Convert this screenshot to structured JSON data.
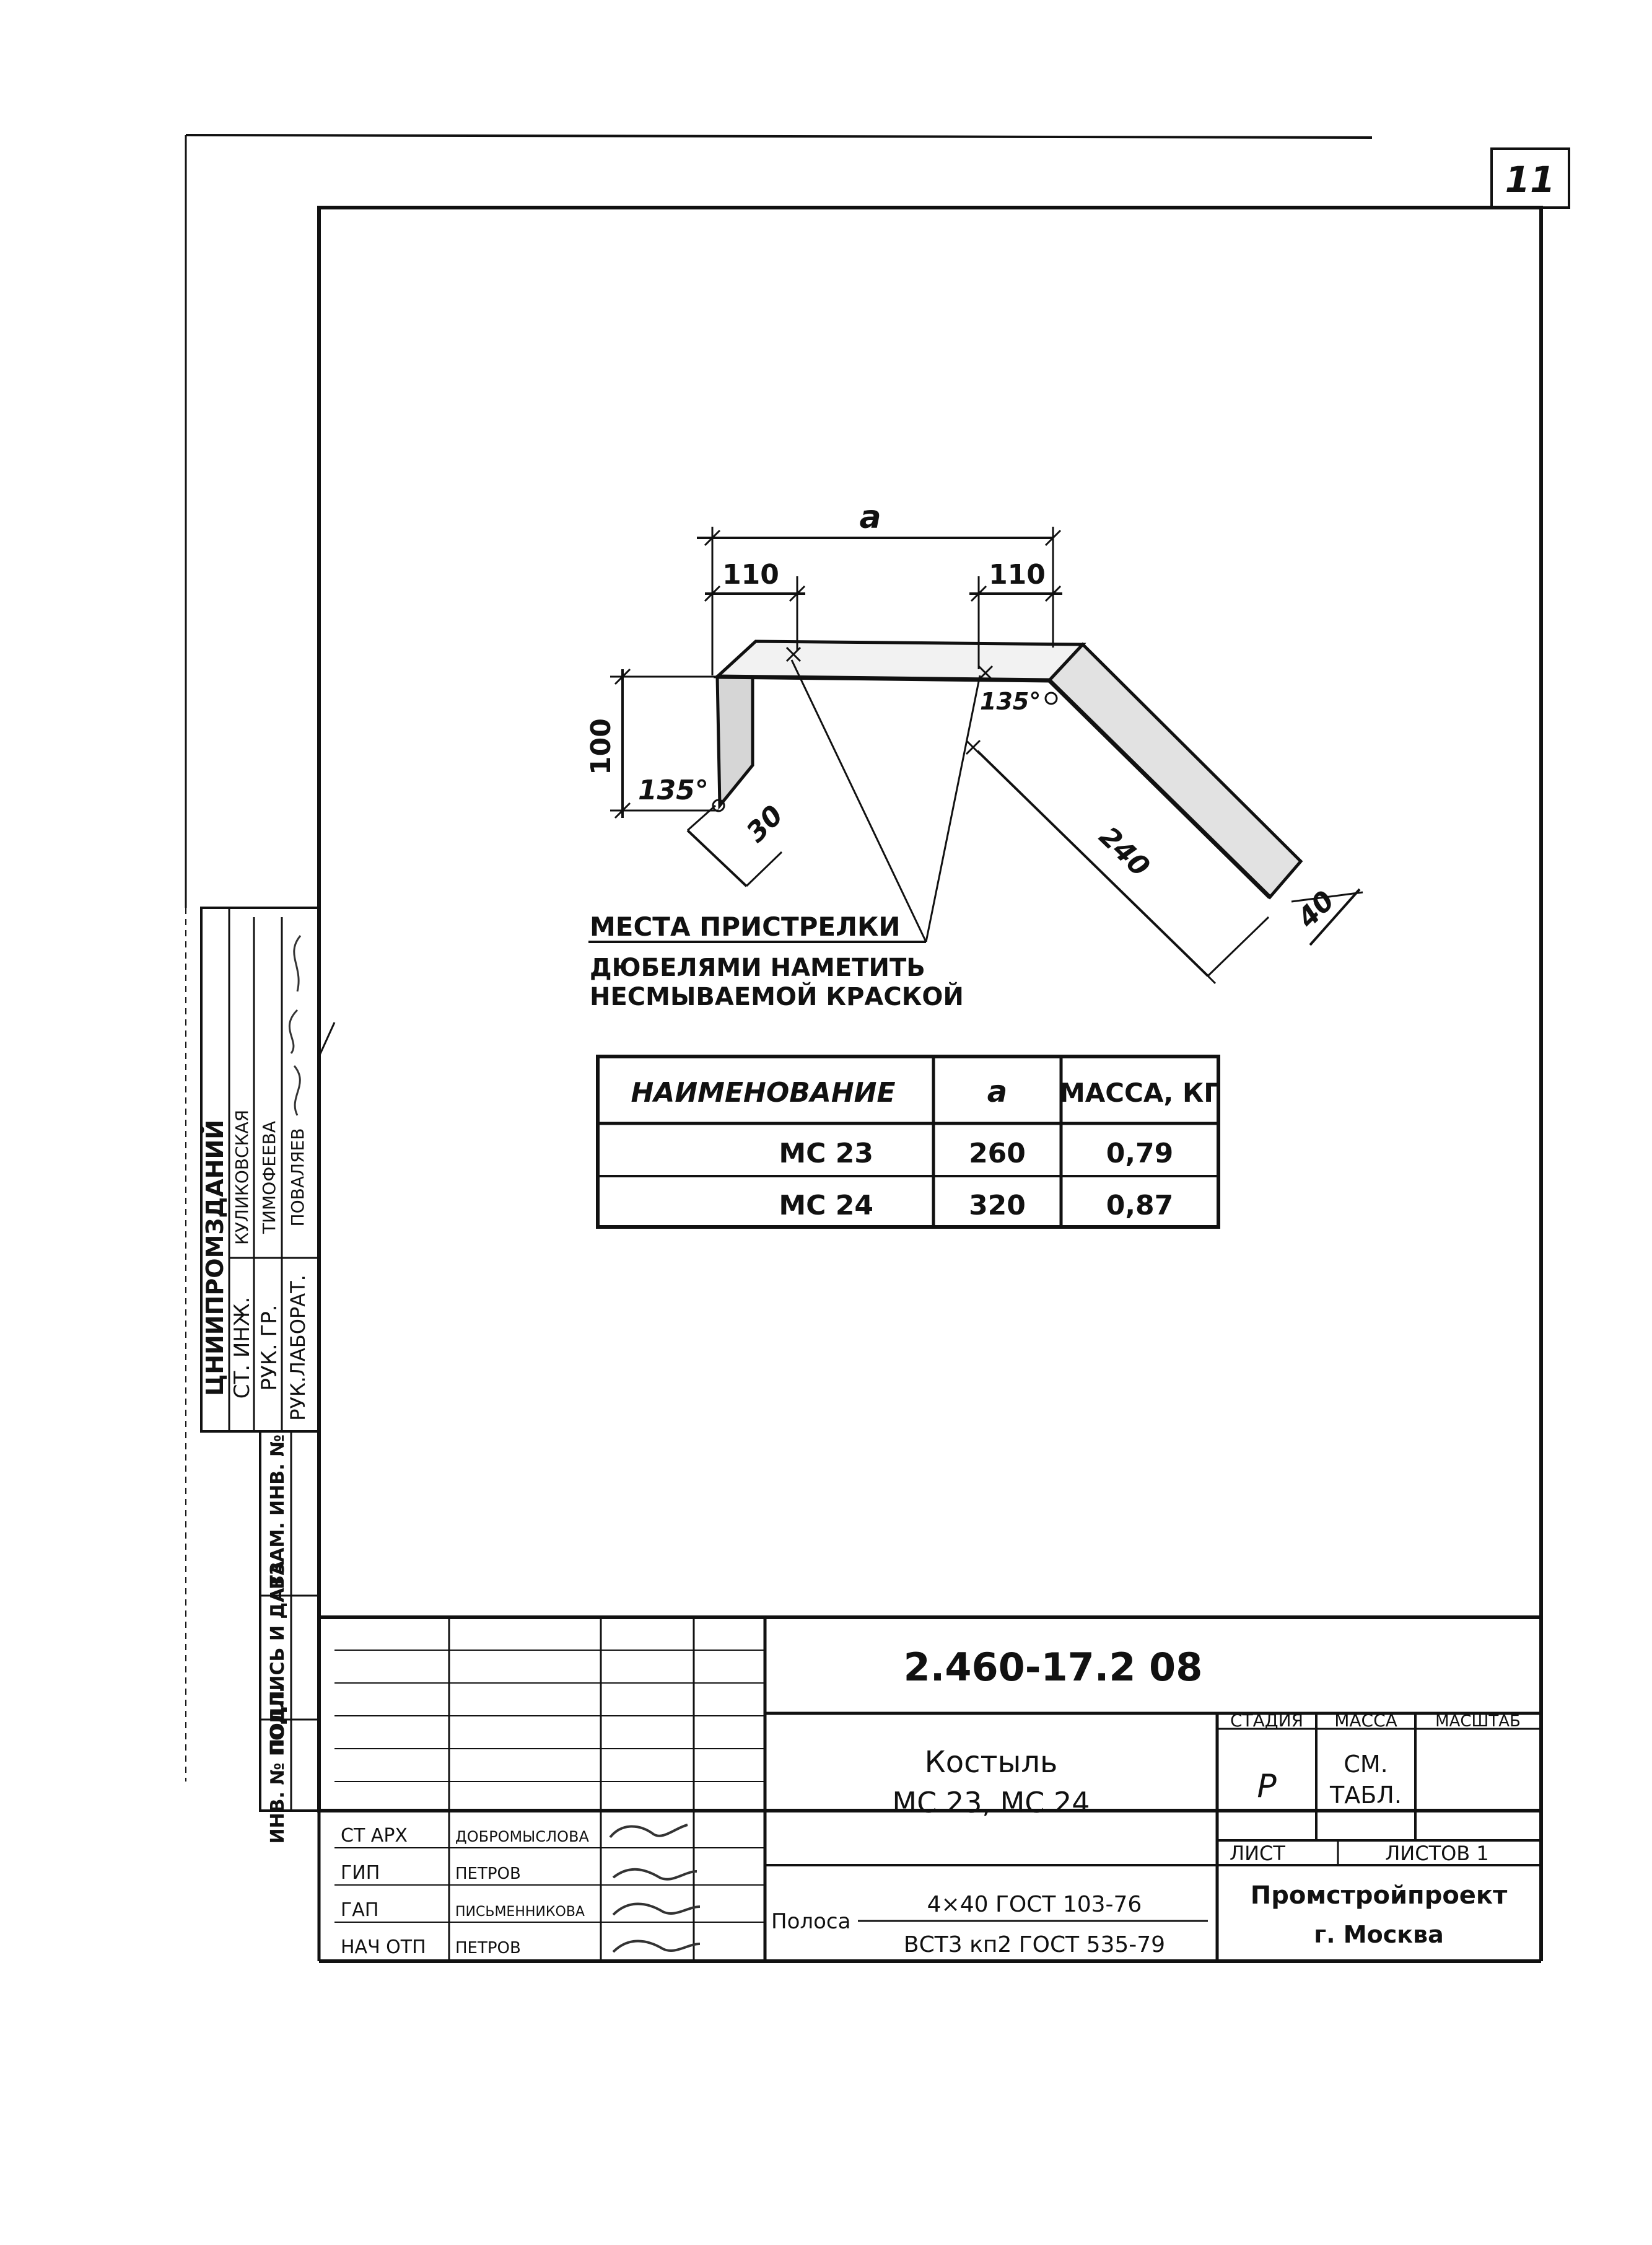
{
  "sheet_number": "11",
  "drawing": {
    "dimensions": {
      "overall": "a",
      "left_segment": "110",
      "right_segment": "110",
      "height": "100",
      "short_leg": "30",
      "long_leg": "240",
      "width": "40"
    },
    "angles": {
      "left": "135°",
      "right": "135°"
    },
    "note_line1": "МЕСТА ПРИСТРЕЛКИ",
    "note_line2": "ДЮБЕЛЯМИ НАМЕТИТЬ",
    "note_line3": "НЕСМЫВАЕМОЙ КРАСКОЙ"
  },
  "table": {
    "headers": [
      "НАИМЕНОВАНИЕ",
      "a",
      "МАССА, КГ"
    ],
    "rows": [
      [
        "МС 23",
        "260",
        "0,79"
      ],
      [
        "МС 24",
        "320",
        "0,87"
      ]
    ]
  },
  "side_block": {
    "org": "ЦНИИПРОМЗДАНИЙ",
    "rows": [
      {
        "role": "СТ. ИНЖ.",
        "name": "КУЛИКОВСКАЯ"
      },
      {
        "role": "РУК. ГР.",
        "name": "ТИМОФЕЕВА"
      },
      {
        "role": "РУК.ЛАБОРАТ.",
        "name": "ПОВАЛЯЕВ"
      }
    ],
    "inv_labels": [
      "ИНВ. № ПОДЛ.",
      "ПОДПИСЬ И ДАТА",
      "ВЗАМ. ИНВ. №"
    ]
  },
  "title_block": {
    "code": "2.460-17.2 08",
    "title_line1": "Костыль",
    "title_line2": "МС 23, МС 24",
    "stage_label": "СТАДИЯ",
    "mass_label": "МАССА",
    "scale_label": "МАСШТАБ",
    "stage_value": "Р",
    "mass_value_line1": "СМ.",
    "mass_value_line2": "ТАБЛ.",
    "sheet_label": "ЛИСТ",
    "sheets_label": "ЛИСТОВ 1",
    "material_prefix": "Полоса",
    "material_line1": "4×40 ГОСТ 103-76",
    "material_line2": "ВСТ3 кп2 ГОСТ 535-79",
    "org_line1": "Промстройпроект",
    "org_line2": "г. Москва",
    "signatures": [
      {
        "role": "СТ АРХ",
        "name": "ДОБРОМЫСЛОВА"
      },
      {
        "role": "ГИП",
        "name": "ПЕТРОВ"
      },
      {
        "role": "ГАП",
        "name": "ПИСЬМЕННИКОВА"
      },
      {
        "role": "НАЧ ОТП",
        "name": "ПЕТРОВ"
      }
    ]
  }
}
